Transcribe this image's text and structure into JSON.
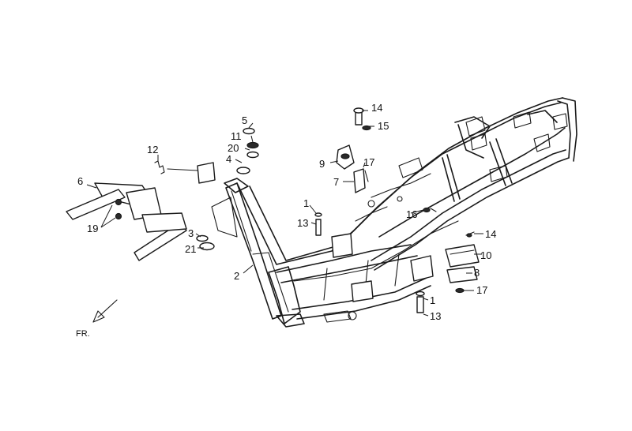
{
  "diagram": {
    "callouts": [
      {
        "id": "c14a",
        "label": "14"
      },
      {
        "id": "c15",
        "label": "15"
      },
      {
        "id": "c5",
        "label": "5"
      },
      {
        "id": "c11",
        "label": "11"
      },
      {
        "id": "c20",
        "label": "20"
      },
      {
        "id": "c4",
        "label": "4"
      },
      {
        "id": "c12",
        "label": "12"
      },
      {
        "id": "c9",
        "label": "9"
      },
      {
        "id": "c17a",
        "label": "17"
      },
      {
        "id": "c7",
        "label": "7"
      },
      {
        "id": "c6",
        "label": "6"
      },
      {
        "id": "c1a",
        "label": "1"
      },
      {
        "id": "c13a",
        "label": "13"
      },
      {
        "id": "c16",
        "label": "16"
      },
      {
        "id": "c19",
        "label": "19"
      },
      {
        "id": "c3",
        "label": "3"
      },
      {
        "id": "c21",
        "label": "21"
      },
      {
        "id": "c14b",
        "label": "14"
      },
      {
        "id": "c10",
        "label": "10"
      },
      {
        "id": "c2",
        "label": "2"
      },
      {
        "id": "c8",
        "label": "8"
      },
      {
        "id": "c17b",
        "label": "17"
      },
      {
        "id": "c1b",
        "label": "1"
      },
      {
        "id": "c13b",
        "label": "13"
      }
    ],
    "direction_label": "FR."
  }
}
